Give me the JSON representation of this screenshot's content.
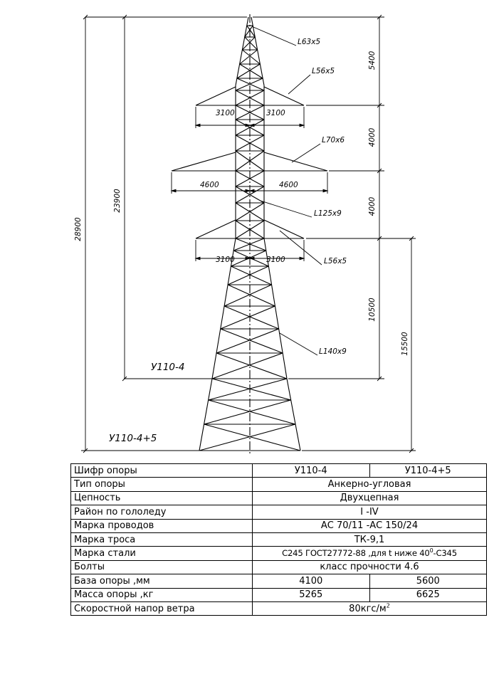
{
  "drawing": {
    "members": {
      "top": "L63x5",
      "upper_arm": "L56x5",
      "middle_arm": "L70x6",
      "middle_body": "L125x9",
      "lower_arm": "L56x5",
      "legs": "L140x9"
    },
    "arm_dims": {
      "upper_left": "3100",
      "upper_right": "3100",
      "middle_left": "4600",
      "middle_right": "4600",
      "lower_left": "3100",
      "lower_right": "3100"
    },
    "vertical_dims": {
      "total_ext": "28900",
      "total_base": "23900",
      "top_section": "5400",
      "upper_gap": "4000",
      "middle_gap": "4000",
      "base_to_lower": "10500",
      "ext_to_lower": "15500"
    },
    "versions": {
      "base": "У110-4",
      "extended": "У110-4+5"
    }
  },
  "table": {
    "rows": [
      {
        "param": "Шифр опоры",
        "values": [
          "У110-4",
          "У110-4+5"
        ]
      },
      {
        "param": "Тип опоры",
        "value": "Анкерно-угловая"
      },
      {
        "param": "Цепность",
        "value": "Двухцепная"
      },
      {
        "param": "Район по гололеду",
        "value": "I -IV"
      },
      {
        "param": "Марка проводов",
        "value": "АС 70/11 -АС 150/24"
      },
      {
        "param": "Марка троса",
        "value": "ТК-9,1"
      },
      {
        "param": "Марка стали",
        "value": "С245 ГОСТ27772-88 ,для t ниже 40",
        "sup": "0",
        "tail": "-С345"
      },
      {
        "param": "Болты",
        "value": "класс прочности 4.6"
      },
      {
        "param": "База опоры ,мм",
        "values": [
          "4100",
          "5600"
        ]
      },
      {
        "param": "Масса опоры ,кг",
        "values": [
          "5265",
          "6625"
        ]
      },
      {
        "param": "Скоростной напор ветра",
        "value": "80кгс/м",
        "sup": "2"
      }
    ]
  }
}
